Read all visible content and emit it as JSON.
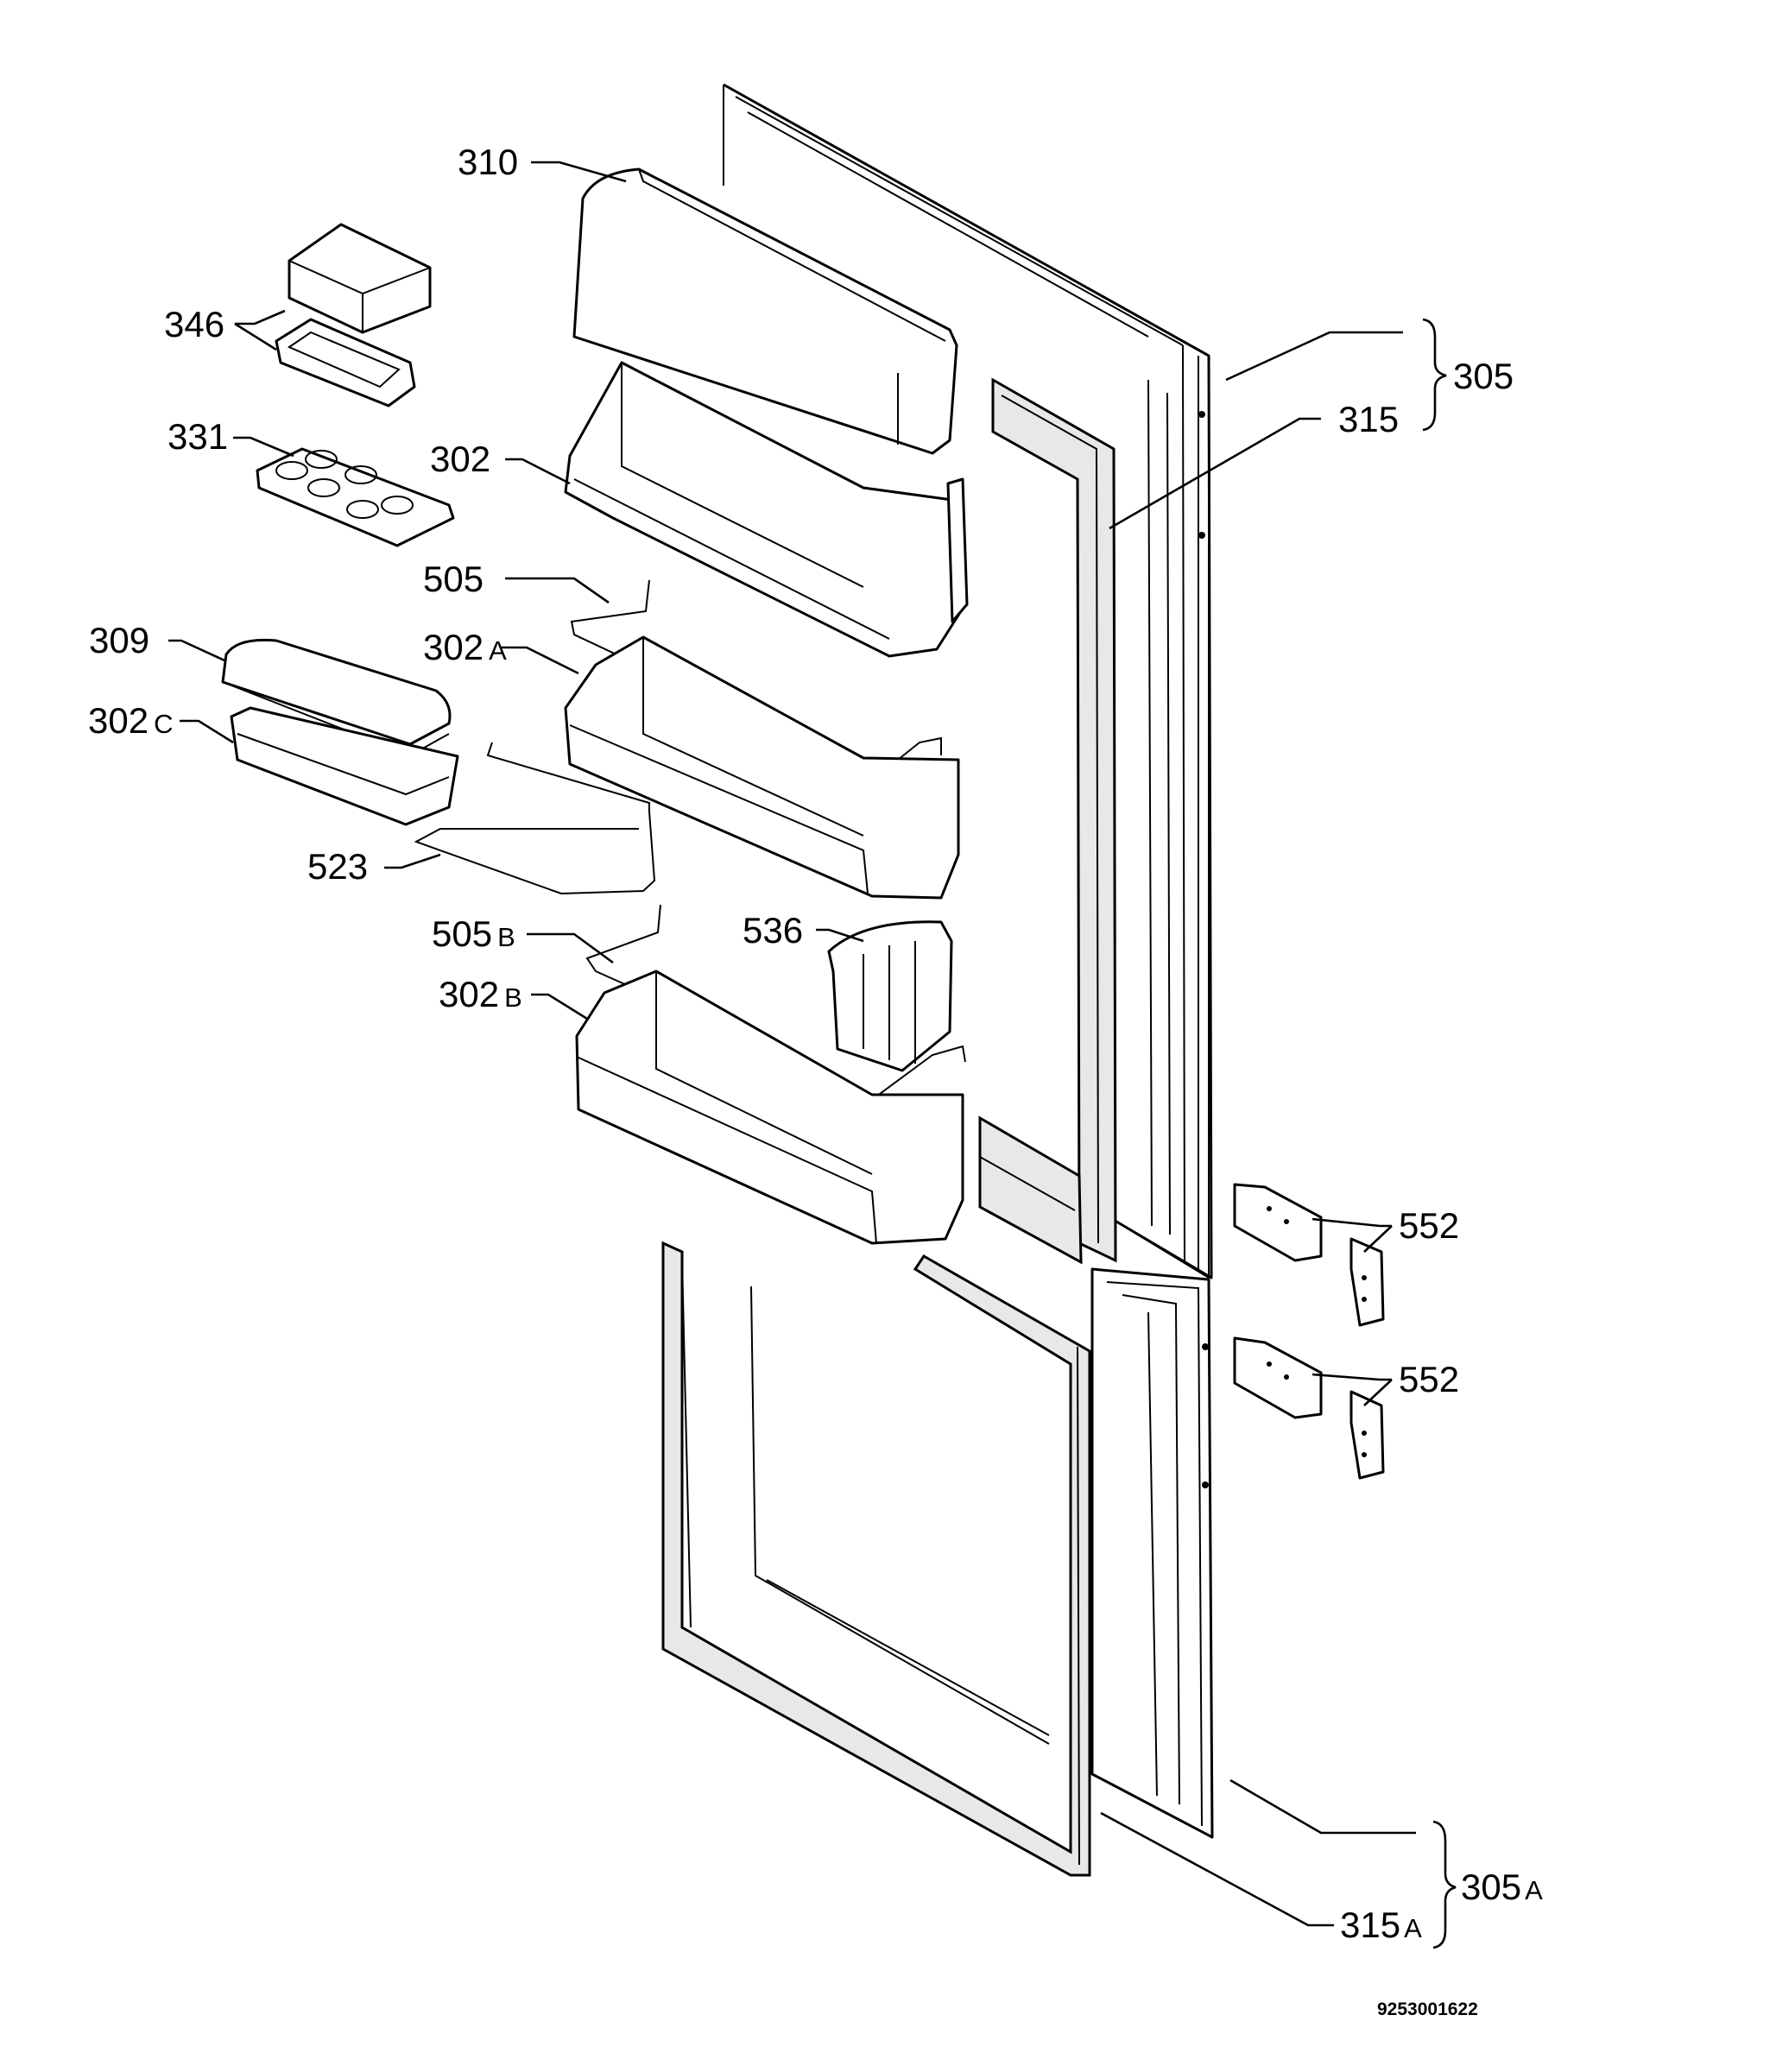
{
  "labels": {
    "p310": "310",
    "p346": "346",
    "p331": "331",
    "p302": "302",
    "p505": "505",
    "p309": "309",
    "p302a": "302",
    "p302a_suffix": "A",
    "p302c": "302",
    "p302c_suffix": "C",
    "p523": "523",
    "p505b": "505",
    "p505b_suffix": "B",
    "p536": "536",
    "p302b": "302",
    "p302b_suffix": "B",
    "p305": "305",
    "p315": "315",
    "p552_top": "552",
    "p552_bottom": "552",
    "p305a": "305",
    "p305a_suffix": "A",
    "p315a": "315",
    "p315a_suffix": "A"
  },
  "drawing_code": "9253001622"
}
